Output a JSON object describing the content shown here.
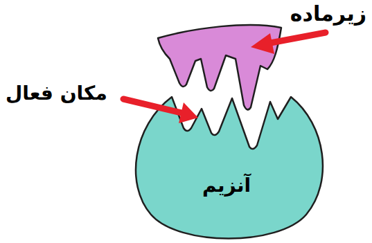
{
  "diagram": {
    "nodes": [
      {
        "text": [
          "آنزیم"
        ]
      }
    ],
    "labels": [
      "زیرماده",
      "مکان فعال"
    ]
  }
}
